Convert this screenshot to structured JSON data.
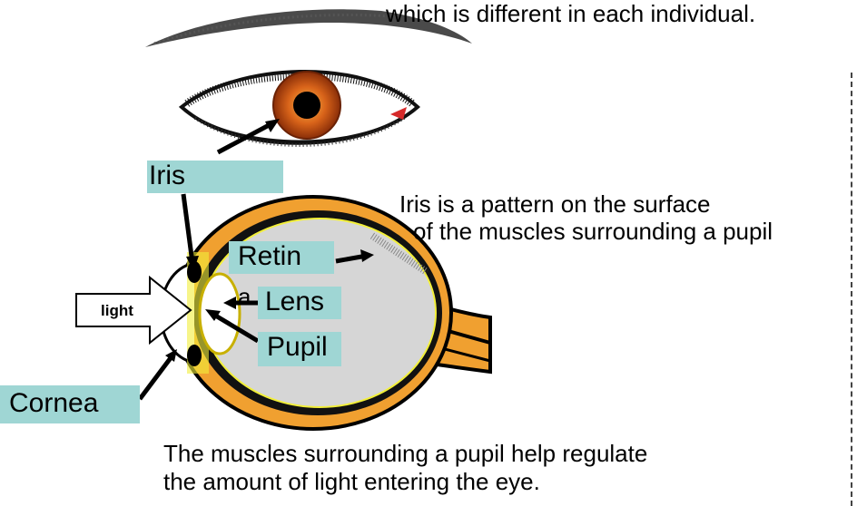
{
  "caption_top": "which is different in each individual.",
  "iris_description": {
    "line1": "Iris is a pattern on the surface",
    "line2": "of the muscles surrounding a pupil"
  },
  "caption_bottom": {
    "line1": "The muscles surrounding a pupil help regulate",
    "line2": "the amount of light entering the eye."
  },
  "labels": {
    "iris": "Iris",
    "retina_part1": "Retin",
    "retina_part2": "a",
    "lens": "Lens",
    "pupil": "Pupil",
    "cornea": "Cornea",
    "light": "light"
  },
  "colors": {
    "label_bg": "#9fd6d4",
    "iris_orange": "#c8500f",
    "eyeball_fill": "#d6d6d6",
    "sclera_orange": "#f0a030",
    "retina_line": "#f2ef3a"
  }
}
